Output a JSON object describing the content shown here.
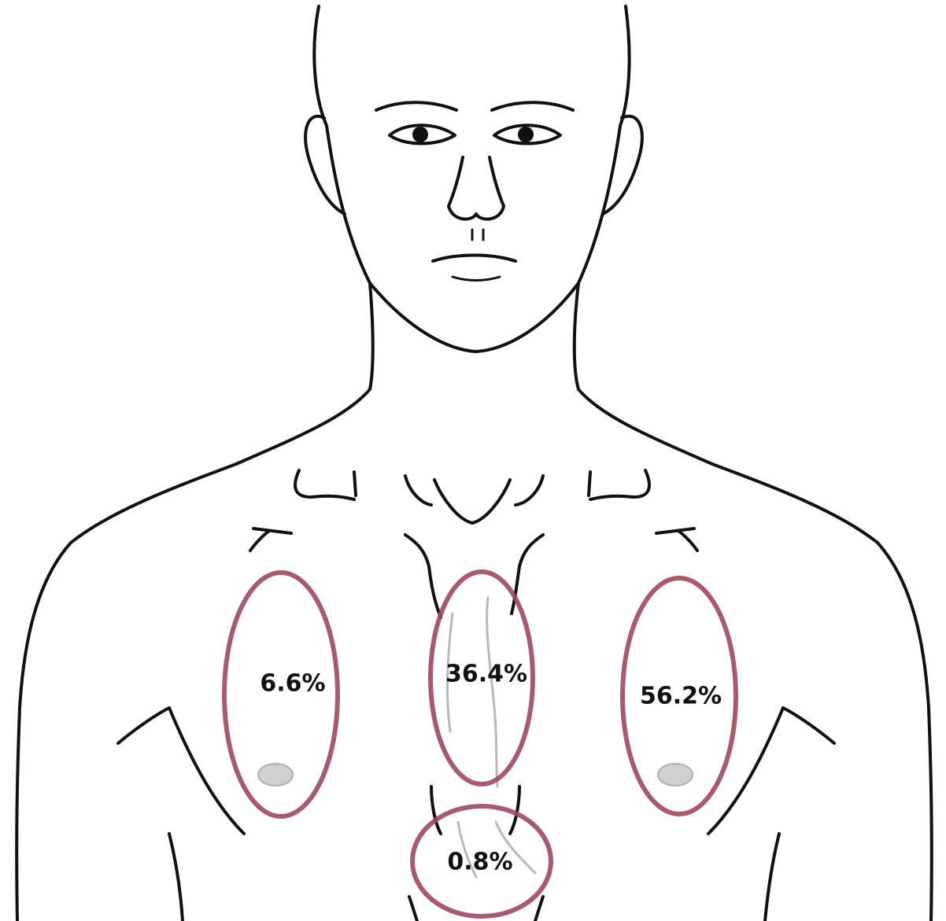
{
  "colors": {
    "region_outline": "#9c4a5a",
    "line_art": "#111111",
    "background": "#ffffff"
  },
  "regions": [
    {
      "id": "right-chest",
      "label": "6.6%",
      "value_percent": 6.6
    },
    {
      "id": "sternum",
      "label": "36.4%",
      "value_percent": 36.4
    },
    {
      "id": "left-chest",
      "label": "56.2%",
      "value_percent": 56.2
    },
    {
      "id": "epigastric",
      "label": "0.8%",
      "value_percent": 0.8
    }
  ]
}
